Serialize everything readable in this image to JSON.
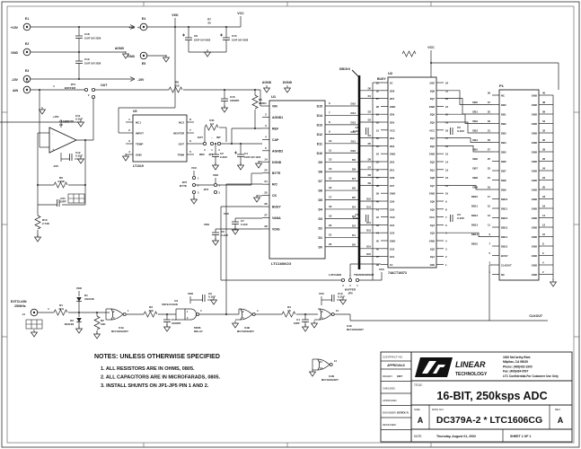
{
  "labels": {
    "p15": "+15V",
    "m15": "-15V",
    "p5": "+5V",
    "gnd": "GND",
    "agnd": "AGND",
    "dgnd": "DGND",
    "vkk": "VKK",
    "vcc": "VCC",
    "busy": "BUSY",
    "clkout": "CLKOUT",
    "out": "OUT",
    "ain": "AIN",
    "extclkin": "EXTCLKIN",
    "extclk_freq": "250KHz",
    "bus_tag": "DB15:0",
    "wire1": "1",
    "latched": "LATCHED",
    "transparent": "TRANSPARENT",
    "ext": "EXT",
    "int": "INT",
    "tilde": "~",
    "delay1": "50NS",
    "delay2": "DELAY"
  },
  "parts": {
    "E1": {
      "r": "E1"
    },
    "E2": {
      "r": "E2"
    },
    "E3": {
      "r": "E3"
    },
    "E4": {
      "r": "E4"
    },
    "E5": {
      "r": "E5"
    },
    "J1": {
      "r": "J1"
    },
    "J2": {
      "r": "J2"
    },
    "P1": {
      "r": "P1"
    },
    "JP1": {
      "r": "JP1",
      "n": "REF"
    },
    "JP2": {
      "r": "JP2",
      "n": "BYTE"
    },
    "JP3": {
      "r": "JP3"
    },
    "JP4": {
      "r": "JP4",
      "n": "BUFFER"
    },
    "JP5": {
      "r": "JP5",
      "n": "BUFFER"
    },
    "U1": {
      "r": "U1",
      "v": "LTC1606CG"
    },
    "U2": {
      "r": "U2",
      "v": "74ACT16373"
    },
    "U3": {
      "r": "U3",
      "v": "SN74LVC1G00"
    },
    "U4A": {
      "r": "U4A",
      "v": "MC74HC02ADT"
    },
    "U4B": {
      "r": "U4B",
      "v": "MC74HC02ADT"
    },
    "U4C": {
      "r": "U4C",
      "v": "MC74HC02ADT"
    },
    "U4D": {
      "r": "U4D",
      "v": "MC74HC02ADT"
    },
    "U5": {
      "r": "U5",
      "v": "LT1019"
    },
    "U6": {
      "r": "U6",
      "v": "LT1468CS8"
    },
    "R1": {
      "r": "R1",
      "v": "49.9"
    },
    "R2": {
      "r": "R2",
      "v": "10K"
    },
    "R3": {
      "r": "R3",
      "v": "499"
    },
    "R4": {
      "r": "R4",
      "v": "1K"
    },
    "R5": {
      "r": "R5",
      "v": "332K"
    },
    "R7": {
      "r": "R7",
      "v": "20"
    },
    "R8": {
      "r": "R8",
      "v": "200"
    },
    "R9": {
      "r": "R9",
      "v": "4.99K"
    },
    "R10": {
      "r": "R10",
      "v": "2.74K"
    },
    "R11": {
      "r": "R11",
      "v": "2.2"
    },
    "C1": {
      "r": "C1",
      "v": "15PF"
    },
    "C2": {
      "r": "C2",
      "v": "2.2UF"
    },
    "C3": {
      "r": "C3",
      "v": "0.1UF"
    },
    "C4": {
      "r": "C4",
      "v": "10UF 16V 1216"
    },
    "C5": {
      "r": "C5",
      "v": "0.1UF"
    },
    "C6": {
      "r": "C6",
      "v": "0.1UF"
    },
    "C7": {
      "r": "C7",
      "v": "0.1UF"
    },
    "C8": {
      "r": "C8",
      "v": "22UF 10V 6032"
    },
    "C9": {
      "r": "C9",
      "v": "0.1UF"
    },
    "C10": {
      "r": "C10",
      "v": "0.1UF"
    },
    "C11": {
      "r": "C11",
      "v": "0.1UF"
    },
    "C12": {
      "r": "C12",
      "v": "0.1UF"
    },
    "C13": {
      "r": "C13",
      "v": "0.1UF"
    },
    "C14": {
      "r": "C14",
      "v": "0.1UF"
    },
    "C15": {
      "r": "C15",
      "v": "10UF 16V 3528"
    },
    "C16": {
      "r": "C16",
      "v": "1000PF"
    },
    "C17": {
      "r": "C17",
      "v": "1000PF"
    },
    "C18": {
      "r": "C18",
      "v": "10UF 16V 3528"
    },
    "C19": {
      "r": "C19",
      "v": "10UF 16V 3528"
    },
    "C21": {
      "r": "C21",
      "v": "22PF"
    },
    "D1": {
      "r": "D1",
      "v": "1N4148"
    },
    "D2": {
      "r": "D2",
      "v": "1N4148"
    }
  },
  "jp1": {
    "p1": "2",
    "p2": "1",
    "p3": "3"
  },
  "jp2": {
    "p1": "1",
    "p2": "2",
    "p3": "3"
  },
  "jp3": {
    "p1": "1",
    "p2": "2"
  },
  "jp4": {
    "p1": "1",
    "p2": "2",
    "p3": "3"
  },
  "jp5": {
    "p1": "3",
    "p2": "2",
    "p3": "1"
  },
  "u3pins": {
    "in1": "1",
    "in2": "2",
    "out": "4"
  },
  "u4a": {
    "in1": "2",
    "in2": "3",
    "out": "1"
  },
  "u4b": {
    "in1": "5",
    "in2": "6",
    "out": "4"
  },
  "u4c": {
    "in1": "8",
    "in2": "9",
    "out": "10"
  },
  "u4d": {
    "in1": "11",
    "in2": "12",
    "out": "13"
  },
  "u5": {
    "left": [
      {
        "num": "1",
        "name": "NC1"
      },
      {
        "num": "2",
        "name": "INPUT"
      },
      {
        "num": "3",
        "name": "TEMP"
      },
      {
        "num": "4",
        "name": "GND"
      }
    ],
    "right": [
      {
        "num": "8",
        "name": "NC2"
      },
      {
        "num": "7",
        "name": "HEATER"
      },
      {
        "num": "6",
        "name": "OUT"
      },
      {
        "num": "5",
        "name": "TRIM"
      }
    ]
  },
  "u1": {
    "left": [
      {
        "num": "1",
        "name": "VIN"
      },
      {
        "num": "2",
        "name": "AGND1"
      },
      {
        "num": "3",
        "name": "REF"
      },
      {
        "num": "4",
        "name": "CAP"
      },
      {
        "num": "5",
        "name": "AGND2"
      },
      {
        "num": "14",
        "name": "DGND"
      },
      {
        "num": "23",
        "name": "BYTE"
      },
      {
        "num": "24",
        "name": "R/C"
      },
      {
        "num": "25",
        "name": "CS"
      },
      {
        "num": "26",
        "name": "BUSY"
      },
      {
        "num": "27",
        "name": "VANA"
      },
      {
        "num": "28",
        "name": "VDIG"
      }
    ],
    "right": [
      {
        "num": "6",
        "name": "D15",
        "net": "D15"
      },
      {
        "num": "7",
        "name": "D14",
        "net": "D14"
      },
      {
        "num": "8",
        "name": "D13",
        "net": "D13"
      },
      {
        "num": "9",
        "name": "D12",
        "net": "D12"
      },
      {
        "num": "10",
        "name": "D11",
        "net": "D11"
      },
      {
        "num": "11",
        "name": "D10",
        "net": "D10"
      },
      {
        "num": "12",
        "name": "D9",
        "net": "D9"
      },
      {
        "num": "13",
        "name": "D8",
        "net": "D8"
      },
      {
        "num": "15",
        "name": "D7",
        "net": "D7"
      },
      {
        "num": "16",
        "name": "D6",
        "net": "D6"
      },
      {
        "num": "17",
        "name": "D5",
        "net": "D5"
      },
      {
        "num": "18",
        "name": "D4",
        "net": "D4"
      },
      {
        "num": "19",
        "name": "D3",
        "net": "D3"
      },
      {
        "num": "20",
        "name": "D2",
        "net": "D2"
      },
      {
        "num": "21",
        "name": "D1",
        "net": "D1"
      },
      {
        "num": "22",
        "name": "D0",
        "net": "D0"
      }
    ]
  },
  "u2": {
    "left": [
      {
        "num": "25",
        "name": "2C",
        "net": ""
      },
      {
        "num": "26",
        "name": "2D8",
        "net": "D0"
      },
      {
        "num": "27",
        "name": "2D7",
        "net": "D1"
      },
      {
        "num": "28",
        "name": "GND",
        "net": ""
      },
      {
        "num": "29",
        "name": "2D6",
        "net": "D2"
      },
      {
        "num": "30",
        "name": "2D5",
        "net": "D3"
      },
      {
        "num": "31",
        "name": "VCC",
        "net": ""
      },
      {
        "num": "32",
        "name": "2D4",
        "net": "D4"
      },
      {
        "num": "33",
        "name": "2D3",
        "net": "D5"
      },
      {
        "num": "34",
        "name": "GND",
        "net": ""
      },
      {
        "num": "35",
        "name": "2D2",
        "net": "D6"
      },
      {
        "num": "36",
        "name": "2D1",
        "net": "D7"
      },
      {
        "num": "37",
        "name": "1D8",
        "net": "D8"
      },
      {
        "num": "38",
        "name": "1D7",
        "net": "D9"
      },
      {
        "num": "39",
        "name": "GND",
        "net": ""
      },
      {
        "num": "40",
        "name": "1D6",
        "net": "D10"
      },
      {
        "num": "41",
        "name": "1D5",
        "net": "D11"
      },
      {
        "num": "42",
        "name": "VCC",
        "net": ""
      },
      {
        "num": "43",
        "name": "1D4",
        "net": "D12"
      },
      {
        "num": "44",
        "name": "1D3",
        "net": "D13"
      },
      {
        "num": "45",
        "name": "GND",
        "net": ""
      },
      {
        "num": "46",
        "name": "1D2",
        "net": "D14"
      },
      {
        "num": "47",
        "name": "1D1",
        "net": "D15"
      },
      {
        "num": "48",
        "name": "1C",
        "net": ""
      }
    ],
    "right": [
      {
        "num": "24",
        "name": "2OE"
      },
      {
        "num": "23",
        "name": "2Q8"
      },
      {
        "num": "22",
        "name": "2Q7"
      },
      {
        "num": "21",
        "name": "GND"
      },
      {
        "num": "20",
        "name": "2Q6"
      },
      {
        "num": "19",
        "name": "2Q5"
      },
      {
        "num": "18",
        "name": "VCC"
      },
      {
        "num": "17",
        "name": "2Q4"
      },
      {
        "num": "16",
        "name": "2Q3"
      },
      {
        "num": "15",
        "name": "GND"
      },
      {
        "num": "14",
        "name": "2Q2"
      },
      {
        "num": "13",
        "name": "2Q1"
      },
      {
        "num": "12",
        "name": "1Q8"
      },
      {
        "num": "11",
        "name": "1Q7"
      },
      {
        "num": "10",
        "name": "GND"
      },
      {
        "num": "9",
        "name": "1Q6"
      },
      {
        "num": "8",
        "name": "1Q5"
      },
      {
        "num": "7",
        "name": "VCC"
      },
      {
        "num": "6",
        "name": "1Q4"
      },
      {
        "num": "5",
        "name": "1Q3"
      },
      {
        "num": "4",
        "name": "GND"
      },
      {
        "num": "3",
        "name": "1Q2"
      },
      {
        "num": "2",
        "name": "1Q1"
      },
      {
        "num": "1",
        "name": "1OE"
      }
    ]
  },
  "p1": {
    "left": [
      {
        "num": "39",
        "name": "NC",
        "ext": ""
      },
      {
        "num": "37",
        "name": "DB0",
        "ext": "DB0"
      },
      {
        "num": "35",
        "name": "DB1",
        "ext": "DB1"
      },
      {
        "num": "33",
        "name": "DB2",
        "ext": "DB2"
      },
      {
        "num": "31",
        "name": "DB3",
        "ext": "DB3"
      },
      {
        "num": "29",
        "name": "DB4",
        "ext": "DB4"
      },
      {
        "num": "27",
        "name": "DB5",
        "ext": "DB5"
      },
      {
        "num": "25",
        "name": "DB6",
        "ext": "DB6"
      },
      {
        "num": "23",
        "name": "DB7",
        "ext": "DB7"
      },
      {
        "num": "21",
        "name": "DB8",
        "ext": "DB8"
      },
      {
        "num": "19",
        "name": "DB9",
        "ext": "DB9"
      },
      {
        "num": "17",
        "name": "DB10",
        "ext": "DB10"
      },
      {
        "num": "15",
        "name": "DB11",
        "ext": "DB11"
      },
      {
        "num": "13",
        "name": "DB12",
        "ext": "DB12"
      },
      {
        "num": "11",
        "name": "DB13",
        "ext": "DB13"
      },
      {
        "num": "9",
        "name": "DB14",
        "ext": "DB14"
      },
      {
        "num": "7",
        "name": "DB15",
        "ext": "DB15"
      },
      {
        "num": "5",
        "name": "BUSY",
        "ext": ""
      },
      {
        "num": "3",
        "name": "CLKOUT",
        "ext": ""
      },
      {
        "num": "1",
        "name": "NC",
        "ext": ""
      }
    ],
    "right": [
      {
        "num": "40",
        "name": "GND"
      },
      {
        "num": "38",
        "name": "GND"
      },
      {
        "num": "36",
        "name": "GND"
      },
      {
        "num": "34",
        "name": "GND"
      },
      {
        "num": "32",
        "name": "GND"
      },
      {
        "num": "30",
        "name": "GND"
      },
      {
        "num": "28",
        "name": "GND"
      },
      {
        "num": "26",
        "name": "GND"
      },
      {
        "num": "24",
        "name": "GND"
      },
      {
        "num": "22",
        "name": "GND"
      },
      {
        "num": "20",
        "name": "GND"
      },
      {
        "num": "18",
        "name": "GND"
      },
      {
        "num": "16",
        "name": "GND"
      },
      {
        "num": "14",
        "name": "GND"
      },
      {
        "num": "12",
        "name": "GND"
      },
      {
        "num": "10",
        "name": "GND"
      },
      {
        "num": "8",
        "name": "GND"
      },
      {
        "num": "6",
        "name": "GND"
      },
      {
        "num": "4",
        "name": "GND"
      },
      {
        "num": "2",
        "name": "GND"
      }
    ]
  },
  "notes": {
    "heading": "NOTES:  UNLESS OTHERWISE SPECIFIED",
    "lines": [
      "1.  ALL RESISTORS ARE IN OHMS, 0805.",
      "2.  ALL CAPACITORS ARE IN MICROFARADS, 0805.",
      "3.  INSTALL SHUNTS ON JP1-JP5 PIN 1 AND 2."
    ]
  },
  "title_block": {
    "contract": "CONTRACT NO.",
    "approvals": "APPROVALS",
    "rows": [
      {
        "label": "DRAWN:",
        "value": "KMT"
      },
      {
        "label": "CHECKED:",
        "value": ""
      },
      {
        "label": "APPROVED:",
        "value": ""
      },
      {
        "label": "ENGINEER:",
        "value": "DEREK R."
      },
      {
        "label": "DESIGNER:",
        "value": ""
      }
    ],
    "company1": "LINEAR",
    "company2": "TECHNOLOGY",
    "address_lines": [
      "1630 McCarthy Blvd.",
      "Milpitas, CA 95035",
      "Phone: (408)432-1900",
      "Fax: (408)434-0507",
      "LTC Confidential-For Customer Use Only"
    ],
    "title_label": "TITLE:",
    "title": "16-BIT, 250ksps ADC",
    "size_label": "SIZE",
    "size": "A",
    "dwg_label": "DWG NO.",
    "dwg_no": "DC379A-2 * LTC1606CG",
    "rev_label": "REV",
    "rev": "A",
    "date_label": "DATE:",
    "date": "Thursday, August 01, 2002",
    "sheet": "SHEET  1  OF  1"
  }
}
